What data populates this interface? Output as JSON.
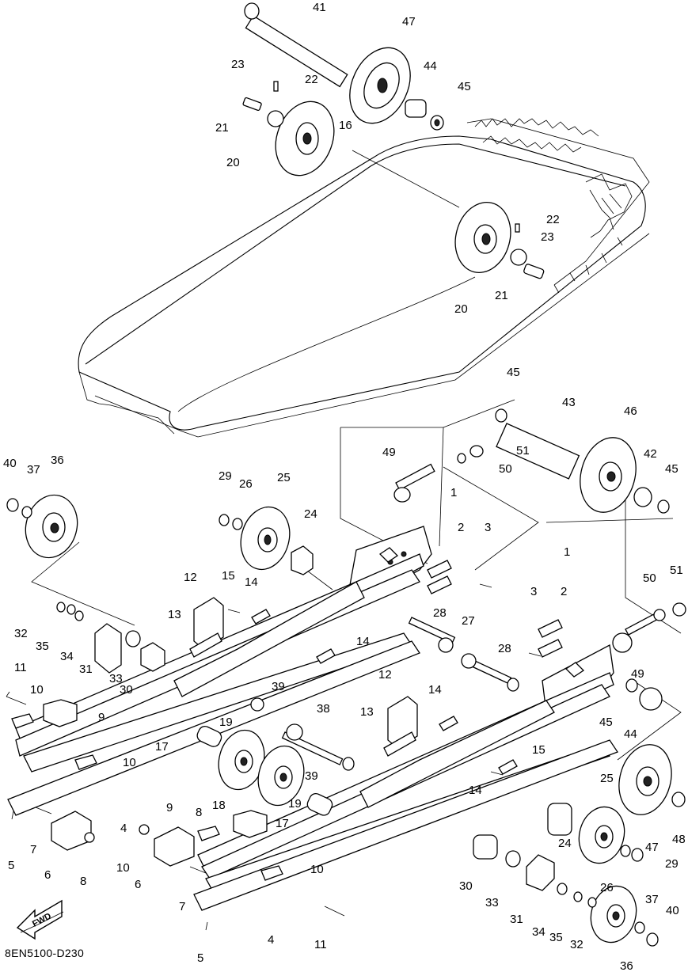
{
  "diagram_code": "8EN5100-D230",
  "fwd_text": "FWD",
  "callouts": [
    "41",
    "47",
    "44",
    "45",
    "23",
    "22",
    "21",
    "16",
    "20",
    "22",
    "23",
    "21",
    "20",
    "45",
    "43",
    "46",
    "49",
    "51",
    "50",
    "42",
    "45",
    "40",
    "37",
    "36",
    "29",
    "26",
    "25",
    "24",
    "1",
    "2",
    "3",
    "1",
    "3",
    "2",
    "50",
    "51",
    "12",
    "15",
    "14",
    "13",
    "28",
    "27",
    "28",
    "14",
    "32",
    "35",
    "34",
    "31",
    "33",
    "30",
    "11",
    "10",
    "9",
    "39",
    "38",
    "49",
    "45",
    "44",
    "19",
    "17",
    "10",
    "12",
    "13",
    "14",
    "15",
    "18",
    "19",
    "39",
    "17",
    "25",
    "47",
    "48",
    "4",
    "5",
    "7",
    "6",
    "8",
    "10",
    "9",
    "8",
    "6",
    "7",
    "10",
    "24",
    "26",
    "29",
    "30",
    "33",
    "31",
    "34",
    "35",
    "32",
    "37",
    "40",
    "36",
    "4",
    "5",
    "11",
    "14"
  ]
}
